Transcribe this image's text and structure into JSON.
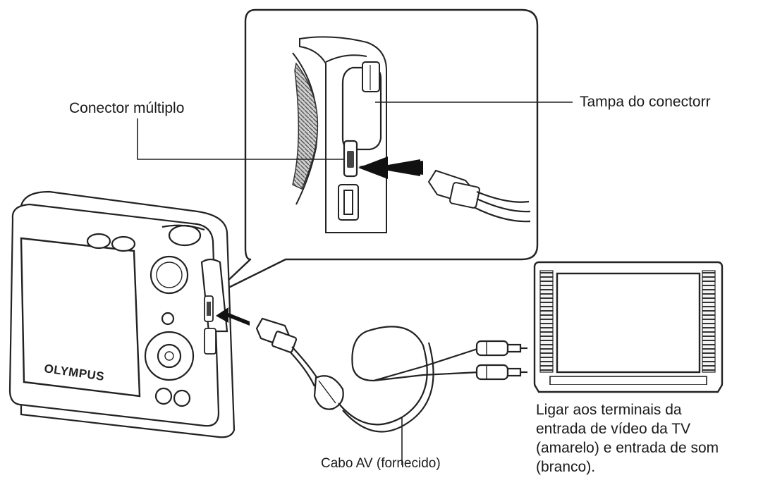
{
  "labels": {
    "connector": "Conector múltiplo",
    "cover": "Tampa do conectorr",
    "cable": "Cabo AV (fornecido)",
    "tv_line1": "Ligar aos terminais da",
    "tv_line2": "entrada de vídeo da TV",
    "tv_line3": "(amarelo) e entrada de som",
    "tv_line4": "(branco)."
  },
  "brand": "OLYMPUS"
}
